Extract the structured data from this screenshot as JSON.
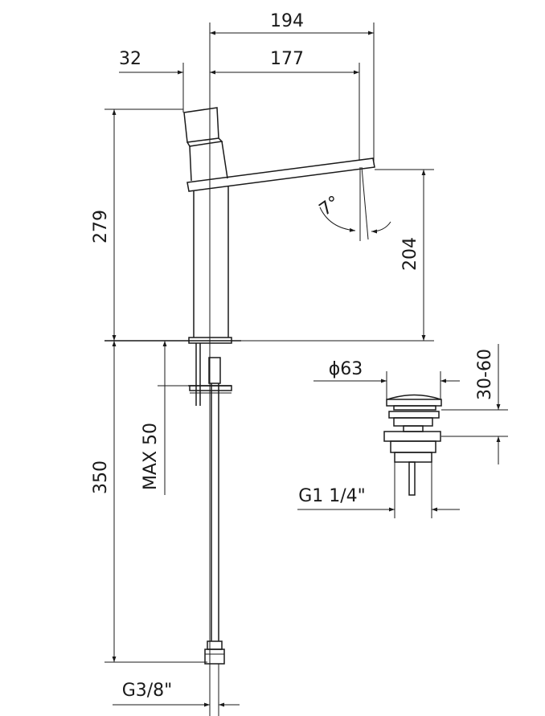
{
  "dimensions": {
    "width_total": "194",
    "handle_offset": "32",
    "spout_reach": "177",
    "height_total": "279",
    "spout_height": "204",
    "spout_angle": "7°",
    "shank_length": "350",
    "max_deck": "MAX 50",
    "waste_diameter": "ϕ63",
    "waste_height": "30-60",
    "waste_thread": "G1 1/4\"",
    "hose_thread": "G3/8\""
  }
}
